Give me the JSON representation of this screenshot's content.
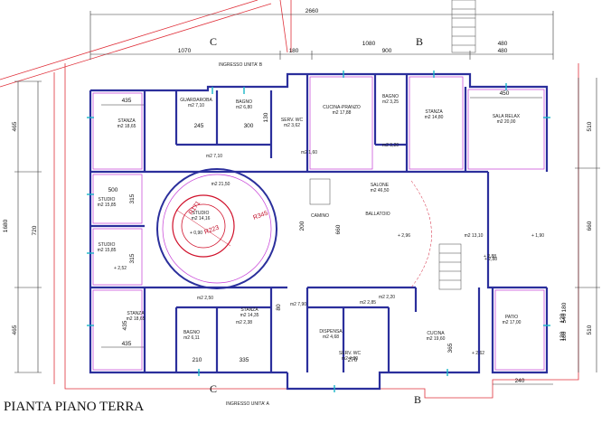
{
  "title": "PIANTA PIANO TERRA",
  "entrances": {
    "b": "INGRESSO UNITA' B",
    "a": "INGRESSO UNITA' A"
  },
  "section_marks": {
    "b": "B",
    "c": "C"
  },
  "dimensions": {
    "top": [
      "2660",
      "1070",
      "180",
      "1080",
      "900",
      "480",
      "480"
    ],
    "left": [
      "465",
      "1680",
      "720",
      "465"
    ],
    "right": [
      "510",
      "660",
      "510",
      "540",
      "180",
      "180"
    ],
    "bottom": [
      "240"
    ],
    "inner": [
      "435",
      "245",
      "300",
      "130",
      "450",
      "435",
      "500",
      "315",
      "315",
      "435",
      "210",
      "335",
      "365",
      "270",
      "660",
      "200",
      "80",
      "120",
      "120"
    ]
  },
  "rooms": [
    {
      "name": "GUARDAROBA",
      "area": "m2 7,10"
    },
    {
      "name": "BAGNO",
      "area": "m2 6,80"
    },
    {
      "name": "STANZA",
      "area": "m2 18,65"
    },
    {
      "name": "SERV. WC",
      "area": "m2 3,62"
    },
    {
      "name": "CUCINA-PRANZO",
      "area": "m2 17,88"
    },
    {
      "name": "BAGNO",
      "area": "m2 3,25"
    },
    {
      "name": "STANZA",
      "area": "m2 14,80"
    },
    {
      "name": "SALA RELAX",
      "area": "m2 20,00"
    },
    {
      "name": "STUDIO",
      "area": "m2 15,85"
    },
    {
      "name": "STUDIO",
      "area": "m2 14,16"
    },
    {
      "name": "SALONE",
      "area": "m2 46,50"
    },
    {
      "name": "BALLATOIO",
      "area": ""
    },
    {
      "name": "CAMINO",
      "area": ""
    },
    {
      "name": "STUDIO",
      "area": "m2 15,85"
    },
    {
      "name": "STANZA",
      "area": "m2 18,65"
    },
    {
      "name": "BAGNO",
      "area": "m2 6,11"
    },
    {
      "name": "STANZA",
      "area": "m2 14,35"
    },
    {
      "name": "DISPENSA",
      "area": "m2 4,68"
    },
    {
      "name": "SERV. WC",
      "area": "m2 4,30"
    },
    {
      "name": "CUCINA",
      "area": "m2 19,60"
    },
    {
      "name": "PATIO",
      "area": "m2 17,00"
    }
  ],
  "misc_areas": [
    "m2 7,10",
    "m2 1,60",
    "m2 21,50",
    "m2 2,50",
    "m2 2,38",
    "m2 3,20",
    "m2 2,85",
    "m2 2,20",
    "m2 7,90",
    "m2 13,10"
  ],
  "levels": [
    "+ 0,90",
    "+ 2,96",
    "+ 2,88",
    "+ 2,88",
    "+ 2,62",
    "+ 2,52",
    "+ 1,90"
  ],
  "radii": [
    "R171",
    "R345",
    "R223"
  ]
}
